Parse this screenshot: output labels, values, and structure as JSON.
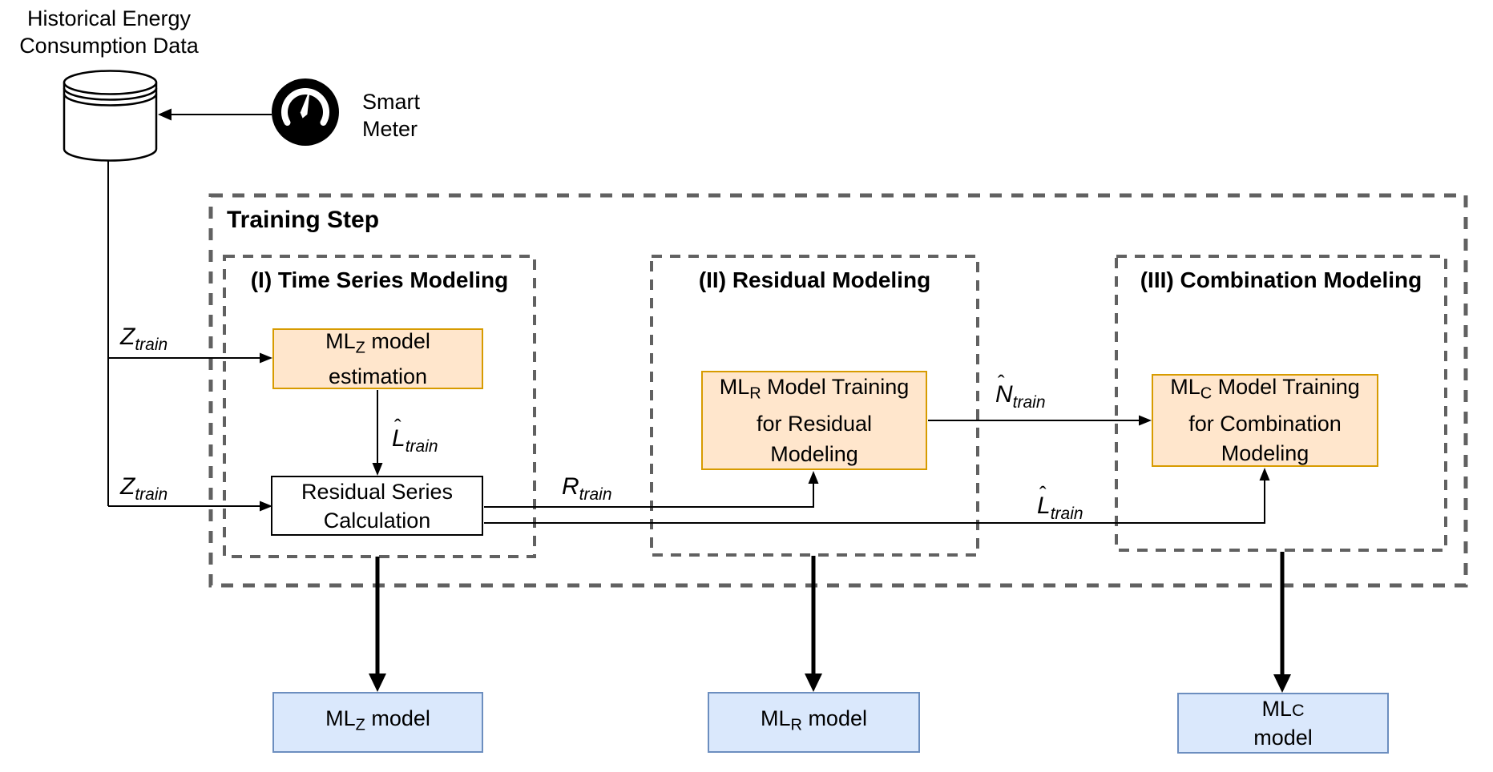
{
  "diagram_title": "Hybrid ML training pipeline diagram",
  "source": {
    "historical_data_label": "Historical Energy\nConsumption Data",
    "smart_meter_label": "Smart\nMeter",
    "icons": {
      "database": "database-cylinder-icon",
      "smart_meter": "gauge-meter-icon"
    }
  },
  "training": {
    "title": "Training Step",
    "sections": {
      "s1": {
        "title": "(I) Time Series Modeling"
      },
      "s2": {
        "title": "(II) Residual Modeling"
      },
      "s3": {
        "title": "(III) Combination Modeling"
      }
    }
  },
  "boxes": {
    "mlz_estimation": {
      "l1a": "ML",
      "l1sub": "Z",
      "l1b": " model",
      "l2": "estimation"
    },
    "residual_calc": {
      "l1": "Residual Series",
      "l2": "Calculation"
    },
    "mlr_training": {
      "l1a": "ML",
      "l1sub": "R",
      "l1b": " Model Training",
      "l2": "for Residual",
      "l3": "Modeling"
    },
    "mlc_training": {
      "l1a": "ML",
      "l1sub": "C",
      "l1b": " Model Training",
      "l2": "for Combination",
      "l3": "Modeling"
    },
    "mlz_model": {
      "l1a": "ML",
      "l1sub": "Z",
      "l1b": " model"
    },
    "mlr_model": {
      "l1a": "ML",
      "l1sub": "R",
      "l1b": " model"
    },
    "mlc_model": {
      "l1a": "ML",
      "l1small": "C",
      "l2": "model"
    }
  },
  "flow_labels": {
    "z_train_top": {
      "hat": "",
      "letter": "Z",
      "sub": "train"
    },
    "z_train_bot": {
      "hat": "",
      "letter": "Z",
      "sub": "train"
    },
    "l_train_mid": {
      "hat": "ˆ",
      "letter": "L",
      "sub": "train"
    },
    "r_train": {
      "hat": "",
      "letter": "R",
      "sub": "train"
    },
    "n_train": {
      "hat": "ˆ",
      "letter": "N",
      "sub": "train"
    },
    "l_train_right": {
      "hat": "ˆ",
      "letter": "L",
      "sub": "train"
    }
  },
  "colors": {
    "orange_fill": "#FFE6CC",
    "orange_border": "#D79B00",
    "blue_fill": "#DAE8FC",
    "blue_border": "#6C8EBF",
    "dashed_border": "#616161",
    "line": "#000000",
    "meter_icon_bg": "#000000",
    "meter_icon_fg": "#FFFFFF"
  }
}
